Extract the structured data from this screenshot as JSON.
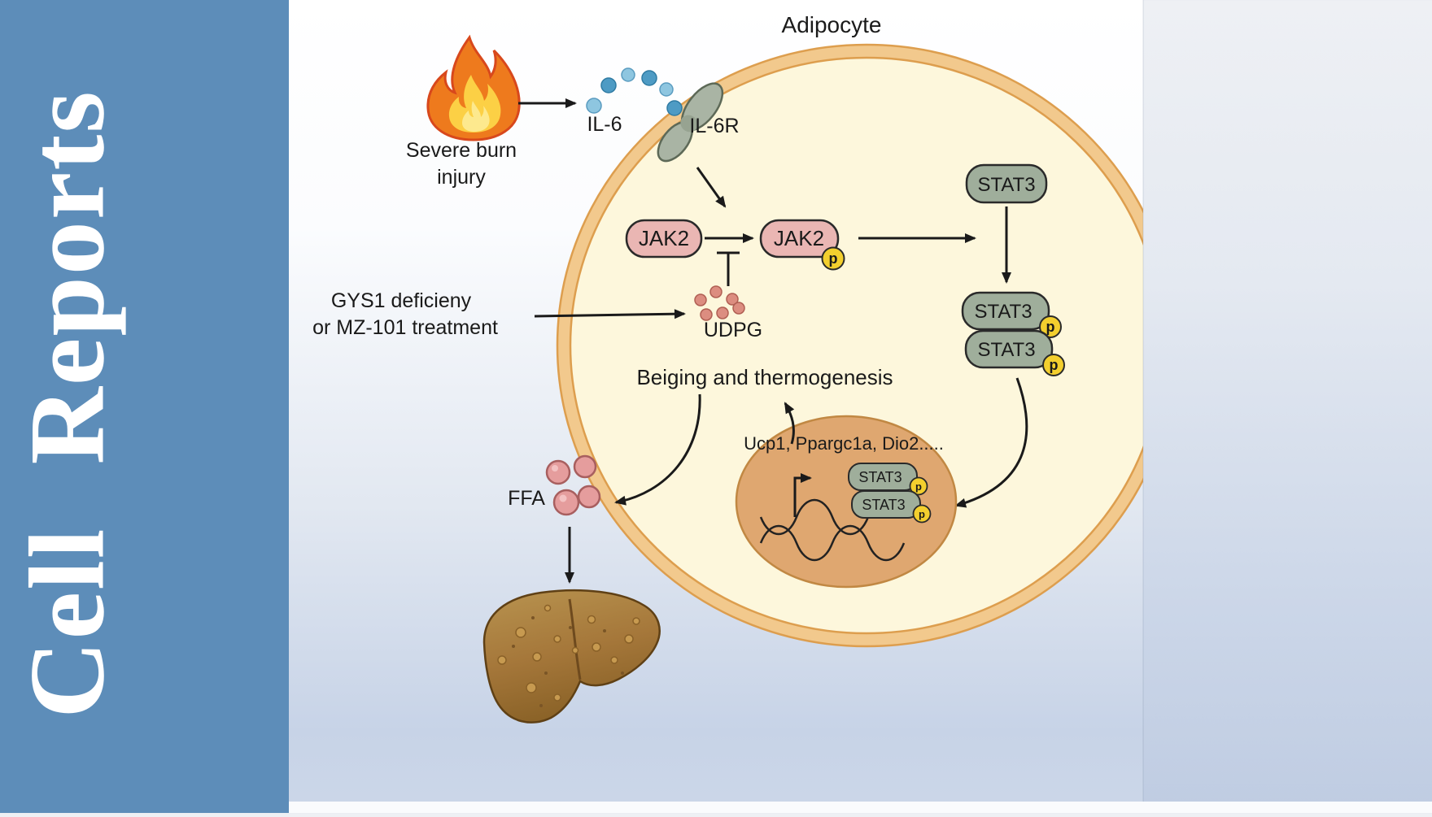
{
  "journal": {
    "name": "Cell Reports"
  },
  "figure": {
    "title": "Adipocyte",
    "labels": {
      "severe_burn_line1": "Severe burn",
      "severe_burn_line2": "injury",
      "il6": "IL-6",
      "il6r": "IL-6R",
      "jak2": "JAK2",
      "phospho": "p",
      "stat3": "STAT3",
      "gys1_line1": "GYS1 deficieny",
      "gys1_line2": "or MZ-101 treatment",
      "udpg": "UDPG",
      "beiging": "Beiging and thermogenesis",
      "target_genes": "Ucp1, Ppargc1a, Dio2.....",
      "ffa": "FFA"
    },
    "colors": {
      "sidebar_blue": "#5d8db9",
      "membrane": "#f2c98d",
      "membrane_edge": "#dd9e4e",
      "cytoplasm": "#fdf7dc",
      "jak2_fill": "#eab6b3",
      "stat3_fill": "#9fae9b",
      "phospho_fill": "#f3cf2e",
      "nucleus_fill": "#dfa770",
      "il6_dot": "#4e9bc4",
      "udpg_dot": "#dc8d80",
      "ffa_dot": "#e59d9d",
      "flame_outer": "#ee7a1d",
      "flame_core": "#fcd045",
      "liver_brown": "#a5773a"
    }
  }
}
